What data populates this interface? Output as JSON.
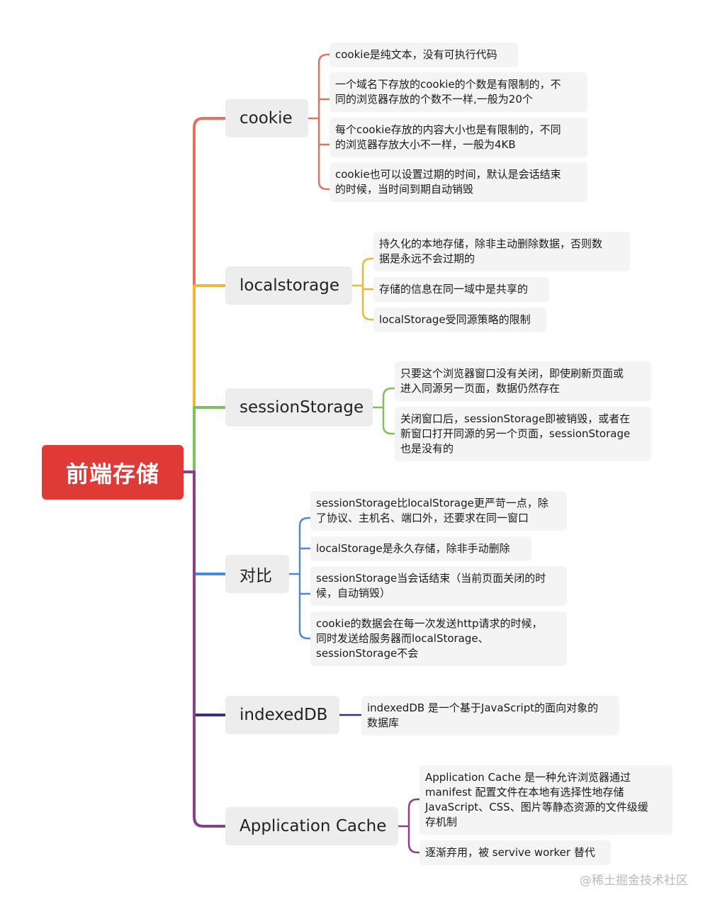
{
  "root": {
    "label": "前端存储"
  },
  "branches": [
    {
      "label": "cookie",
      "color": "#e8705e",
      "leaves": [
        "cookie是纯文本，没有可执行代码",
        "一个域名下存放的cookie的个数是有限制的，不\n同的浏览器存放的个数不一样,一般为20个",
        "每个cookie存放的内容大小也是有限制的，不同\n的浏览器存放大小不一样，一般为4KB",
        "cookie也可以设置过期的时间，默认是会话结束\n的时候，当时间到期自动销毁"
      ]
    },
    {
      "label": "localstorage",
      "color": "#f0b63a",
      "leaves": [
        "持久化的本地存储，除非主动删除数据，否则数\n据是永远不会过期的",
        "存储的信息在同一域中是共享的",
        "localStorage受同源策略的限制"
      ]
    },
    {
      "label": "sessionStorage",
      "color": "#7cc15a",
      "leaves": [
        "只要这个浏览器窗口没有关闭，即使刷新页面或\n进入同源另一页面，数据仍然存在",
        "关闭窗口后，sessionStorage即被销毁，或者在\n新窗口打开同源的另一个页面，sessionStorage\n也是没有的"
      ]
    },
    {
      "label": "对比",
      "color": "#4d89d4",
      "leaves": [
        "sessionStorage比localStorage更严苛一点，除\n了协议、主机名、端口外，还要求在同一窗口",
        "localStorage是永久存储，除非手动删除",
        "sessionStorage当会话结束（当前页面关闭的时\n候，自动销毁）",
        "cookie的数据会在每一次发送http请求的时候，\n同时发送给服务器而localStorage、\nsessionStorage不会"
      ]
    },
    {
      "label": "indexedDB",
      "color": "#3d2c86",
      "leaves": [
        "indexedDB 是一个基于JavaScript的面向对象的\n数据库"
      ]
    },
    {
      "label": "Application Cache",
      "color": "#8c3f86",
      "leaves": [
        "Application Cache 是一种允许浏览器通过\nmanifest 配置文件在本地有选择性地存储\nJavaScript、CSS、图片等静态资源的文件级缓\n存机制",
        "逐渐弃用，被 servive worker 替代"
      ]
    }
  ],
  "watermark": "@稀土掘金技术社区",
  "trunk_color": "#8c3f86"
}
